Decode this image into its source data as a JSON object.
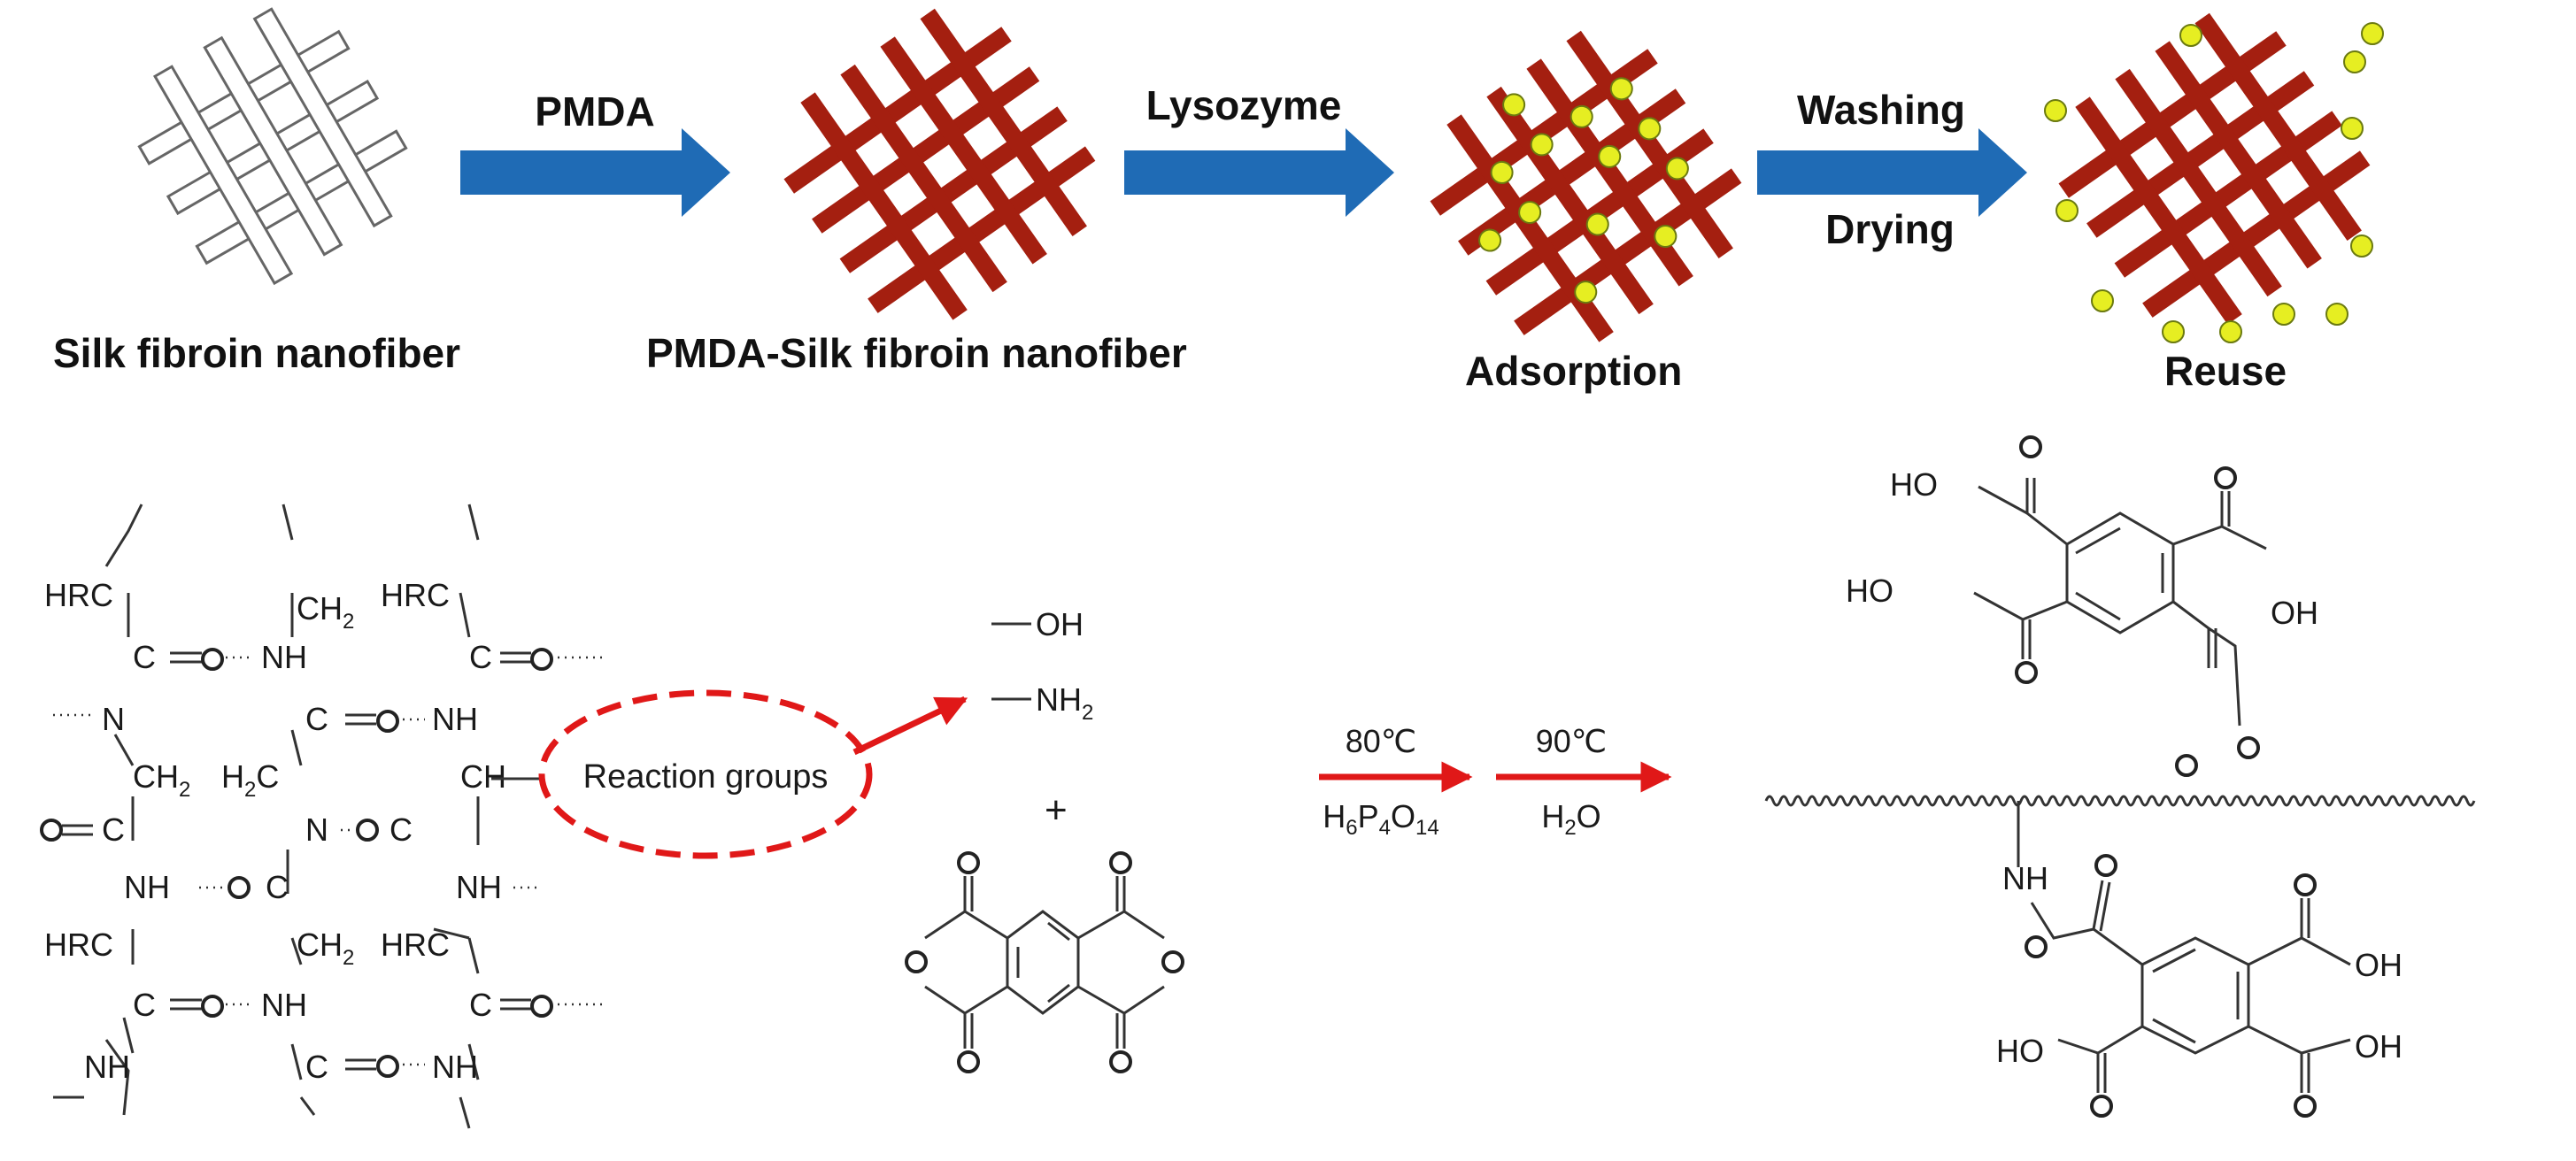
{
  "colors": {
    "arrow_blue": "#1f6bb5",
    "fiber_red": "#a41f10",
    "dot_yellow": "#e6ee22",
    "reaction_red": "#e01818",
    "untreated_fiber": "#ffffff"
  },
  "process": {
    "stages": [
      {
        "id": "silk",
        "label": "Silk fibroin nanofiber"
      },
      {
        "id": "pmda_silk",
        "label": "PMDA-Silk fibroin nanofiber"
      },
      {
        "id": "adsorption",
        "label": "Adsorption"
      },
      {
        "id": "reuse",
        "label": "Reuse"
      }
    ],
    "arrows": [
      {
        "top": "PMDA",
        "bottom": ""
      },
      {
        "top": "Lysozyme",
        "bottom": ""
      },
      {
        "top": "Washing",
        "bottom": "Drying"
      }
    ]
  },
  "protein_structure": {
    "rows": [
      [
        "HRC",
        "",
        "CH",
        "2",
        "HRC",
        ""
      ],
      [
        "",
        "C",
        "O",
        "NH",
        "",
        "C",
        "O"
      ],
      [
        "N",
        "",
        "C",
        "O",
        "NH"
      ],
      [
        "",
        "CH",
        "2",
        "H",
        "2",
        "C",
        "",
        "CH"
      ],
      [
        "O",
        "C",
        "",
        "N",
        "",
        "O",
        "C"
      ],
      [
        "",
        "NH",
        "",
        "O",
        "C",
        "",
        "NH"
      ],
      [
        "HRC",
        "",
        "CH",
        "2",
        "HRC"
      ],
      [
        "",
        "C",
        "O",
        "NH",
        "",
        "C",
        "O"
      ],
      [
        "NH",
        "",
        "C",
        "O",
        "NH"
      ]
    ],
    "callout": "Reaction groups"
  },
  "functional_groups": {
    "oh": "OH",
    "nh": "NH",
    "nh_sub": "2",
    "plus": "+",
    "anhydride_o": "O"
  },
  "reaction": {
    "step1": {
      "top": "80℃",
      "bottom_parts": [
        "H",
        "6",
        "P",
        "4",
        "O",
        "14"
      ]
    },
    "step2": {
      "top": "90℃",
      "bottom_parts": [
        "H",
        "2",
        "O"
      ]
    }
  },
  "product": {
    "ho": "HO",
    "oh": "OH",
    "o": "O",
    "nh": "NH"
  }
}
